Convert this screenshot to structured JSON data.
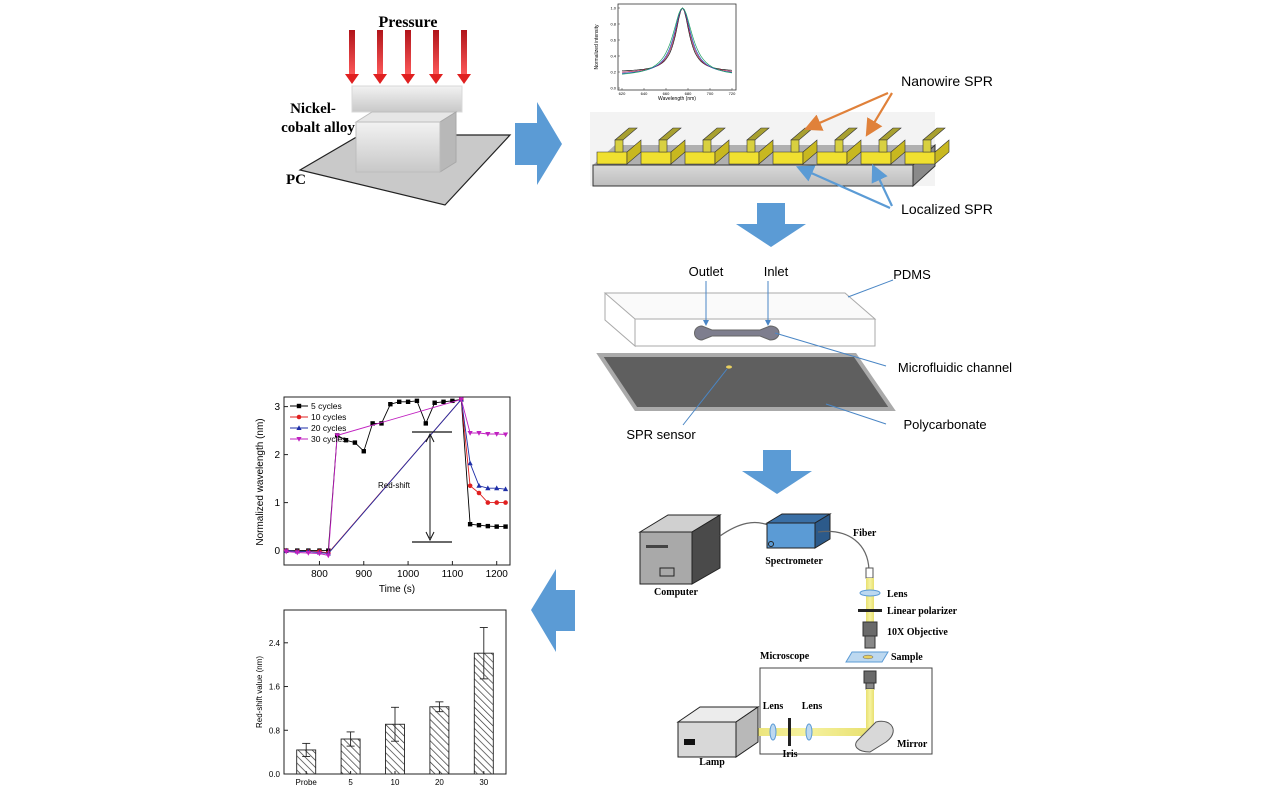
{
  "fabrication": {
    "pressure_label": "Pressure",
    "alloy_label_line1": "Nickel-",
    "alloy_label_line2": "cobalt alloy",
    "substrate_label": "PC"
  },
  "spectrum_inset": {
    "xlabel": "Wavelength (nm)",
    "ylabel": "Normalized intensity",
    "x_ticks": [
      "620",
      "640",
      "660",
      "680",
      "700",
      "720"
    ],
    "y_ticks": [
      "0.0",
      "0.2",
      "0.4",
      "0.6",
      "0.8",
      "1.0"
    ]
  },
  "nanostructure": {
    "nanowire_label": "Nanowire SPR",
    "localized_label": "Localized SPR",
    "nanowire_arrow_color": "#e0813a",
    "localized_arrow_color": "#5b9bd5"
  },
  "chip": {
    "outlet_label": "Outlet",
    "inlet_label": "Inlet",
    "pdms_label": "PDMS",
    "channel_label": "Microfluidic channel",
    "sensor_label": "SPR sensor",
    "substrate_label": "Polycarbonate"
  },
  "setup": {
    "computer_label": "Computer",
    "spectrometer_label": "Spectrometer",
    "fiber_label": "Fiber",
    "lens_top_label": "Lens",
    "polarizer_label": "Linear polarizer",
    "objective_label": "10X Objective",
    "sample_label": "Sample",
    "microscope_label": "Microscope",
    "lens_left_label": "Lens",
    "lens_right_label": "Lens",
    "iris_label": "Iris",
    "mirror_label": "Mirror",
    "lamp_label": "Lamp"
  },
  "flow_arrow_color": "#5b9bd5",
  "chart_data": [
    {
      "type": "line",
      "xlabel": "Time (s)",
      "ylabel": "Normalized wavelength (nm)",
      "xlim": [
        720,
        1230
      ],
      "ylim": [
        -0.3,
        3.2
      ],
      "x_ticks": [
        800,
        900,
        1000,
        1100,
        1200
      ],
      "y_ticks": [
        0,
        1,
        2,
        3
      ],
      "legend_position": "top-left",
      "annotation": "Red-shift",
      "series": [
        {
          "name": "5 cycles",
          "color": "#000000",
          "marker": "square",
          "x": [
            725,
            750,
            775,
            800,
            820,
            840,
            860,
            880,
            900,
            920,
            940,
            960,
            980,
            1000,
            1020,
            1040,
            1060,
            1080,
            1100,
            1120,
            1140,
            1160,
            1180,
            1200,
            1220
          ],
          "y": [
            0,
            0,
            0,
            0,
            0,
            2.4,
            2.3,
            2.25,
            2.07,
            2.65,
            2.65,
            3.05,
            3.1,
            3.1,
            3.12,
            2.65,
            3.08,
            3.1,
            3.12,
            3.15,
            0.55,
            0.53,
            0.51,
            0.5,
            0.5
          ]
        },
        {
          "name": "10 cycles",
          "color": "#e02020",
          "marker": "circle",
          "x": [
            725,
            750,
            775,
            800,
            820,
            1120,
            1140,
            1160,
            1180,
            1200,
            1220
          ],
          "y": [
            0,
            -0.02,
            -0.02,
            -0.02,
            -0.05,
            3.15,
            1.35,
            1.2,
            1.0,
            1.0,
            1.0
          ]
        },
        {
          "name": "20 cycles",
          "color": "#1f2fa8",
          "marker": "triangle",
          "x": [
            725,
            750,
            775,
            800,
            820,
            1120,
            1140,
            1160,
            1180,
            1200,
            1220
          ],
          "y": [
            0,
            -0.02,
            -0.02,
            -0.04,
            -0.06,
            3.15,
            1.82,
            1.35,
            1.3,
            1.3,
            1.28
          ]
        },
        {
          "name": "30 cycles",
          "color": "#c020c0",
          "marker": "triangle-down",
          "x": [
            725,
            750,
            775,
            800,
            820,
            840,
            1120,
            1140,
            1160,
            1180,
            1200,
            1220
          ],
          "y": [
            -0.02,
            -0.04,
            -0.05,
            -0.06,
            -0.1,
            2.4,
            3.15,
            2.45,
            2.45,
            2.43,
            2.43,
            2.42
          ]
        }
      ]
    },
    {
      "type": "bar",
      "xlabel": "",
      "ylabel": "Red-shift value (nm)",
      "categories": [
        "Probe",
        "5",
        "10",
        "20",
        "30"
      ],
      "values": [
        0.44,
        0.64,
        0.91,
        1.23,
        2.21
      ],
      "errors": [
        0.12,
        0.13,
        0.31,
        0.09,
        0.47
      ],
      "ylim": [
        0,
        3.0
      ],
      "y_ticks": [
        "0.0",
        "0.8",
        "1.6",
        "2.4"
      ],
      "pattern": "hatched"
    }
  ]
}
